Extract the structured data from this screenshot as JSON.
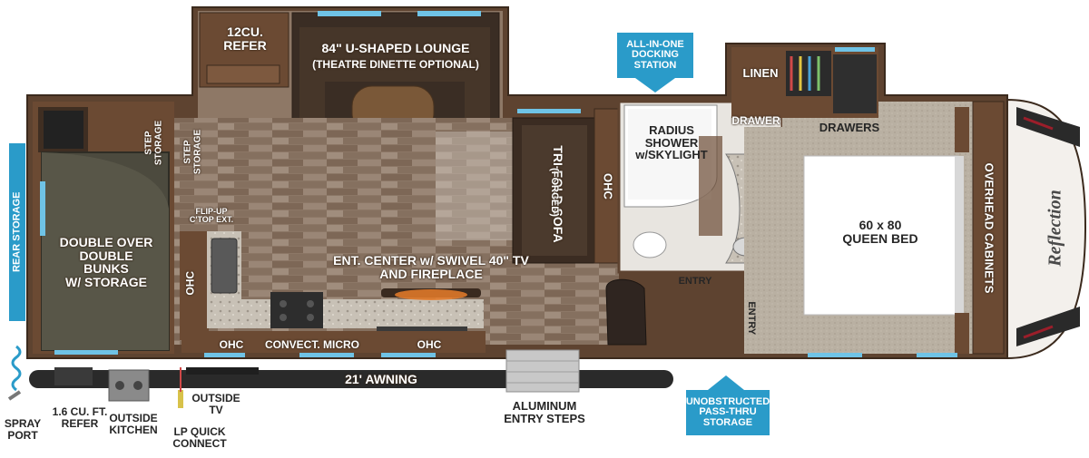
{
  "labels": {
    "refer_12": "12CU.\nREFER",
    "u_lounge": "84\" U-SHAPED LOUNGE",
    "theatre_dinette": "(THEATRE DINETTE OPTIONAL)",
    "docking_station": "ALL-IN-ONE\nDOCKING\nSTATION",
    "linen": "LINEN",
    "drawer": "DRAWER",
    "drawers": "DRAWERS",
    "radius_shower": "RADIUS\nSHOWER\nw/SKYLIGHT",
    "step_storage_1": "STEP\nSTORAGE",
    "step_storage_2": "STEP\nSTORAGE",
    "flip_up": "FLIP-UP\nC'TOP EXT.",
    "tri_fold_sofa": "TRI-FOLD SOFA",
    "forced": "(FORCED)",
    "ohc_sofa": "OHC",
    "overhead_cabinets": "OVERHEAD CABINETS",
    "queen_bed": "60 x 80\nQUEEN BED",
    "bunks": "DOUBLE OVER\nDOUBLE\nBUNKS\nW/ STORAGE",
    "rear_storage": "REAR STORAGE",
    "ohc_left": "OHC",
    "ent_center": "ENT. CENTER w/ SWIVEL 40\" TV\nAND FIREPLACE",
    "entry_1": "ENTRY",
    "entry_2": "ENTRY",
    "ohc_bottom_left": "OHC",
    "convect_micro": "CONVECT. MICRO",
    "ohc_bottom_right": "OHC",
    "awning": "21' AWNING",
    "spray_port": "SPRAY\nPORT",
    "refer_16": "1.6 CU. FT.\nREFER",
    "outside_kitchen": "OUTSIDE\nKITCHEN",
    "lp_quick_connect": "LP QUICK\nCONNECT",
    "outside_tv": "OUTSIDE\nTV",
    "aluminum_steps": "ALUMINUM\nENTRY STEPS",
    "pass_thru": "UNOBSTRUCTED\nPASS-THRU\nSTORAGE",
    "brand": "Reflection"
  },
  "colors": {
    "callout_blue": "#2a9bc9",
    "wall_brown": "#5a3f2c",
    "floor_wood": "#8a7564",
    "carpet": "#b8afa1",
    "cabinet": "#6b4a33"
  }
}
